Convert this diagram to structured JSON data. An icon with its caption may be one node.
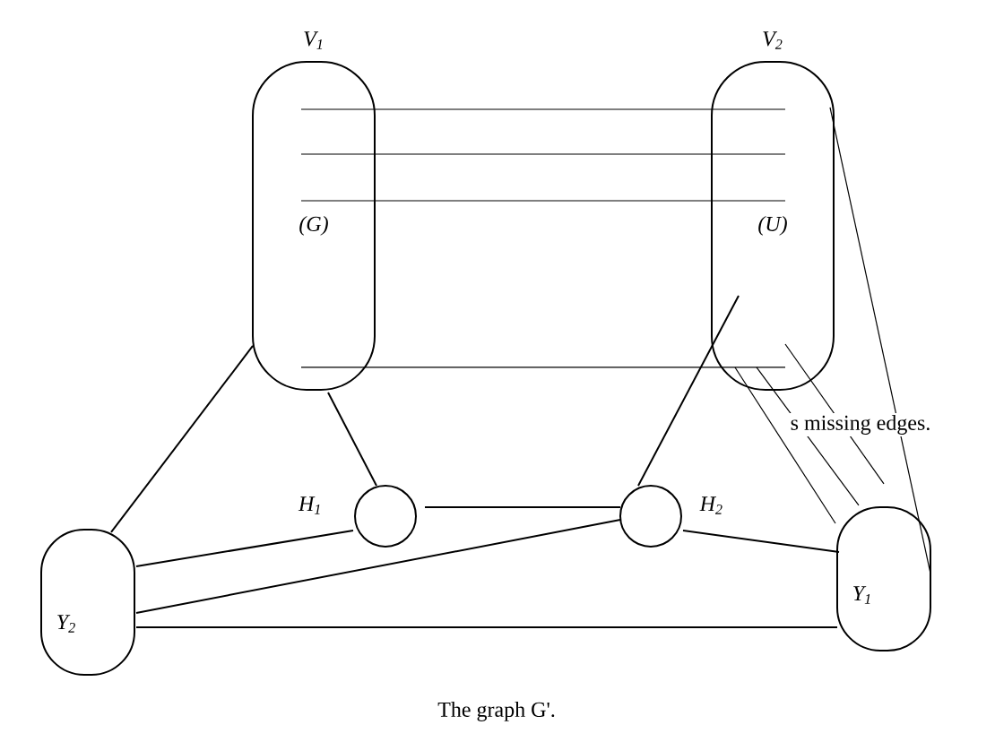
{
  "diagram": {
    "caption": "The graph G'.",
    "nodes": [
      {
        "text": [
          "V$_{1}$",
          "(G)"
        ]
      },
      {
        "text": [
          "V$_{2}$",
          "(U)"
        ]
      },
      {
        "text": [],
        "shape": "circle",
        "beside": [
          "H$_{1}$"
        ]
      },
      {
        "text": [],
        "shape": "circle",
        "beside": [
          "H$_{2}$"
        ]
      },
      {
        "text": [
          "Y$_{2}$"
        ]
      },
      {
        "text": [
          "Y$_{1}$"
        ]
      }
    ],
    "edges": [
      {
        "from": 0,
        "to": 1,
        "arrow": "none"
      },
      {
        "from": 0,
        "to": 1,
        "arrow": "none"
      },
      {
        "from": 0,
        "to": 1,
        "arrow": "none"
      },
      {
        "from": 0,
        "to": 1,
        "arrow": "none"
      },
      {
        "from": 0,
        "to": 4,
        "arrow": "none"
      },
      {
        "from": 0,
        "to": 2,
        "arrow": "none"
      },
      {
        "from": 1,
        "to": 3,
        "arrow": "none"
      },
      {
        "from": 2,
        "to": 3,
        "arrow": "none"
      },
      {
        "from": 2,
        "to": 4,
        "arrow": "none"
      },
      {
        "from": 3,
        "to": 4,
        "arrow": "none"
      },
      {
        "from": 3,
        "to": 5,
        "arrow": "none"
      },
      {
        "from": 4,
        "to": 5,
        "arrow": "none"
      },
      {
        "from": 1,
        "to": 5,
        "arrow": "none"
      },
      {
        "from": 1,
        "to": 5,
        "arrow": "none"
      },
      {
        "from": 1,
        "to": 5,
        "arrow": "none"
      },
      {
        "from": 1,
        "to": 5,
        "arrow": "none"
      }
    ],
    "labels": [
      "s missing edges."
    ]
  }
}
